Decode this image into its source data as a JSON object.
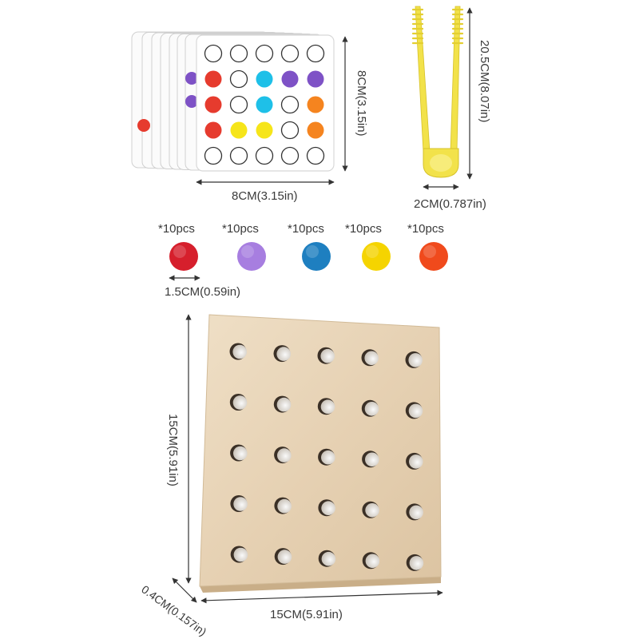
{
  "pattern_cards": {
    "width_label": "8CM(3.15in)",
    "height_label": "8CM(3.15in)",
    "front_card_grid": [
      [
        "empty",
        "empty",
        "empty",
        "empty",
        "empty"
      ],
      [
        "red",
        "empty",
        "cyan",
        "purple",
        "purple"
      ],
      [
        "red",
        "empty",
        "cyan",
        "empty",
        "orange"
      ],
      [
        "red",
        "yellow",
        "yellow",
        "empty",
        "orange"
      ],
      [
        "empty",
        "empty",
        "empty",
        "empty",
        "empty"
      ]
    ]
  },
  "tweezers": {
    "length_label": "20.5CM(8.07in)",
    "width_label": "2CM(0.787in)"
  },
  "pompoms": {
    "items": [
      {
        "count_label": "*10pcs",
        "color": "#d61f2c"
      },
      {
        "count_label": "*10pcs",
        "color": "#a77ee0"
      },
      {
        "count_label": "*10pcs",
        "color": "#1e7fc0"
      },
      {
        "count_label": "*10pcs",
        "color": "#f5d400"
      },
      {
        "count_label": "*10pcs",
        "color": "#f04a1c"
      }
    ],
    "diameter_label": "1.5CM(0.59in)"
  },
  "wooden_board": {
    "width_label": "15CM(5.91in)",
    "height_label": "15CM(5.91in)",
    "thickness_label": "0.4CM(0.157in)",
    "hole_rows": 5,
    "hole_cols": 5
  },
  "colors": {
    "red": "#e63b2e",
    "cyan": "#1ec0e8",
    "purple": "#7e52c6",
    "orange": "#f5841f",
    "yellow": "#f6e51a",
    "tweezer": "#f2e24a",
    "wood": "#e8d5ba"
  }
}
